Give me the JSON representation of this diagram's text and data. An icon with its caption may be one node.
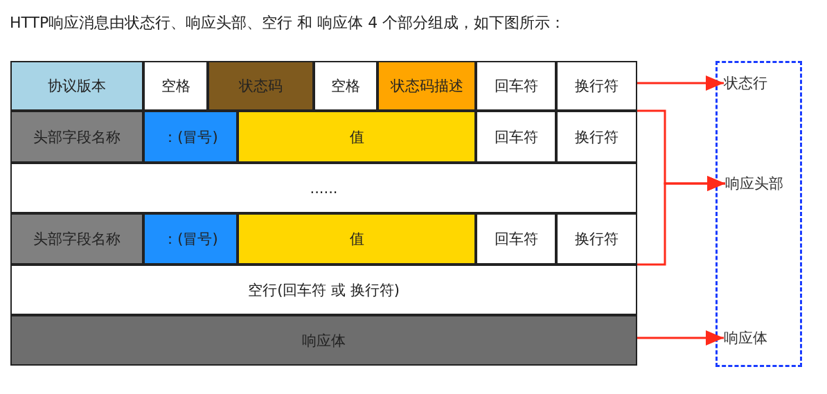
{
  "diagram": {
    "title": "HTTP响应消息由状态行、响应头部、空行 和 响应体 4 个部分组成，如下图所示：",
    "nodes": [
      {
        "text": [
          "协议版本"
        ]
      },
      {
        "text": [
          "空格"
        ]
      },
      {
        "text": [
          "状态码"
        ]
      },
      {
        "text": [
          "空格"
        ]
      },
      {
        "text": [
          "状态码描述"
        ]
      },
      {
        "text": [
          "回车符"
        ]
      },
      {
        "text": [
          "换行符"
        ]
      },
      {
        "text": [
          "头部字段名称"
        ]
      },
      {
        "text": [
          "：(冒号)"
        ]
      },
      {
        "text": [
          "值"
        ]
      },
      {
        "text": [
          "回车符"
        ]
      },
      {
        "text": [
          "换行符"
        ]
      },
      {
        "text": [
          "......"
        ]
      },
      {
        "text": [
          "头部字段名称"
        ]
      },
      {
        "text": [
          "：(冒号)"
        ]
      },
      {
        "text": [
          "值"
        ]
      },
      {
        "text": [
          "回车符"
        ]
      },
      {
        "text": [
          "换行符"
        ]
      },
      {
        "text": [
          "空行(回车符 或 换行符)"
        ]
      },
      {
        "text": [
          "响应体"
        ]
      },
      {
        "text": [],
        "shape": "box"
      },
      {
        "text": [
          "状态行"
        ],
        "in": 20
      },
      {
        "text": [
          "响应头部"
        ],
        "in": 20
      },
      {
        "text": [
          "响应体"
        ],
        "in": 20
      }
    ],
    "edges": [
      {
        "from": 6,
        "to": 21,
        "arrow": "to"
      },
      {
        "from": 11,
        "to": 22,
        "arrow": "to"
      },
      {
        "from": 17,
        "to": 22,
        "arrow": "to"
      },
      {
        "from": 19,
        "to": 23,
        "arrow": "to"
      }
    ]
  }
}
